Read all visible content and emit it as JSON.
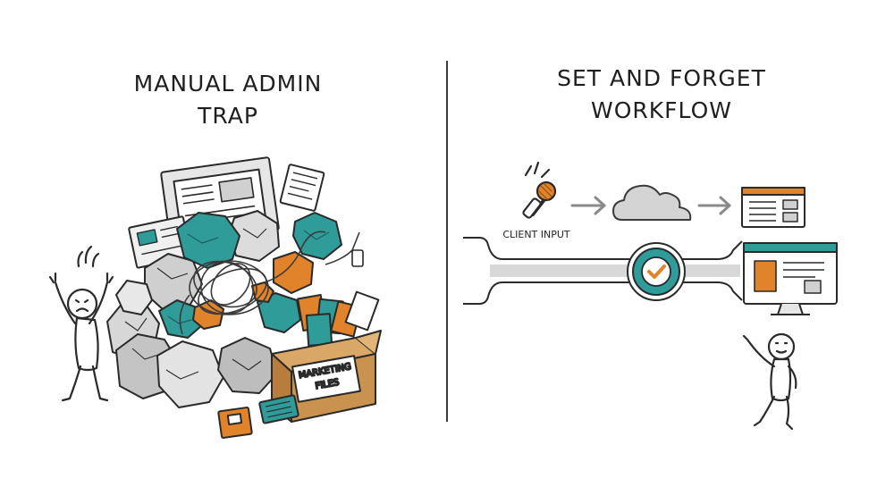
{
  "left_panel": {
    "title_line1": "MANUAL ADMIN",
    "title_line2": "TRAP",
    "box_label_line1": "MARKETING",
    "box_label_line2": "FILES"
  },
  "right_panel": {
    "title_line1": "SET AND FORGET",
    "title_line2": "WORKFLOW",
    "mic_label": "CLIENT INPUT"
  },
  "colors": {
    "teal": "#2f9c9a",
    "orange": "#e0832b",
    "gray": "#c9c9c9",
    "ink": "#2a2a2a",
    "box": "#c9924f"
  }
}
